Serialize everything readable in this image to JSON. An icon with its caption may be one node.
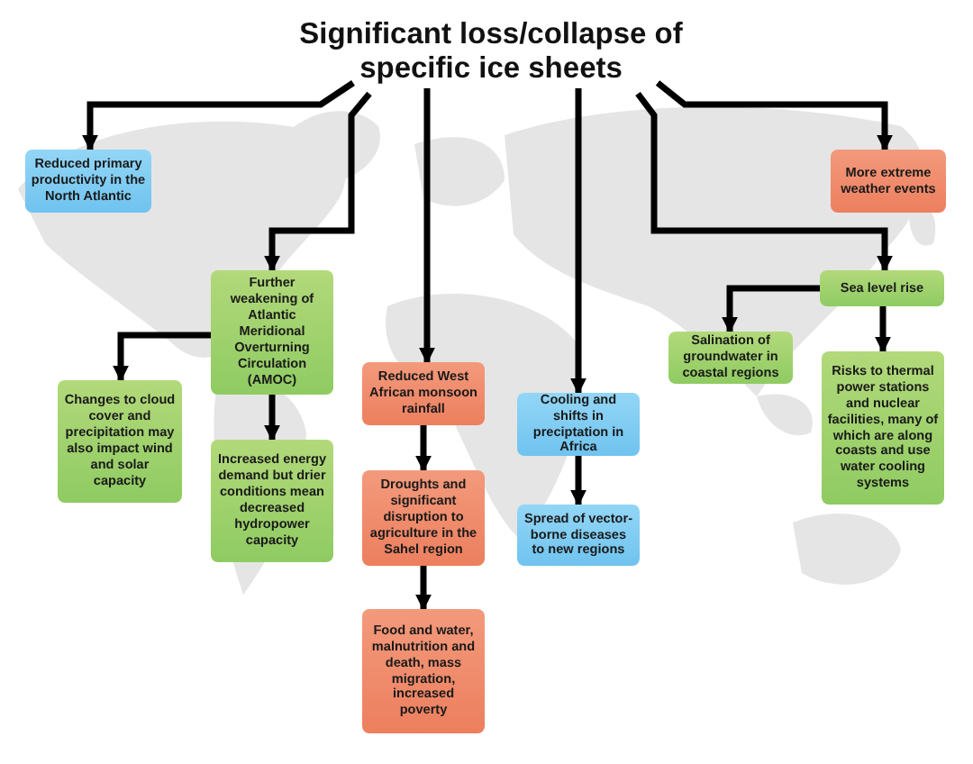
{
  "diagram": {
    "nodes": [
      {
        "text": [
          "Significant loss/collapse of specific ice sheets"
        ]
      },
      {
        "text": [
          "Reduced primary productivity in the North Atlantic"
        ]
      },
      {
        "text": [
          "More extreme weather events"
        ]
      },
      {
        "text": [
          "Further weakening of Atlantic Meridional Overturning Circulation (AMOC)"
        ]
      },
      {
        "text": [
          "Changes to cloud cover and precipitation may also impact wind and solar capacity"
        ]
      },
      {
        "text": [
          "Increased energy demand but drier conditions mean decreased hydropower capacity"
        ]
      },
      {
        "text": [
          "Reduced West African monsoon rainfall"
        ]
      },
      {
        "text": [
          "Droughts and significant disruption to agriculture in the Sahel region"
        ]
      },
      {
        "text": [
          "Food and water, malnutrition and death, mass migration, increased poverty"
        ]
      },
      {
        "text": [
          "Cooling and shifts in preciptation in Africa"
        ]
      },
      {
        "text": [
          "Spread of vector-borne diseases to new regions"
        ]
      },
      {
        "text": [
          "Sea level rise"
        ]
      },
      {
        "text": [
          "Salination of groundwater in coastal regions"
        ]
      },
      {
        "text": [
          "Risks to thermal power stations and nuclear facilities, many of which are along coasts and use water cooling systems"
        ]
      }
    ],
    "edges": [
      {
        "from": 0,
        "to": 1,
        "arrow": "to"
      },
      {
        "from": 0,
        "to": 3,
        "arrow": "to"
      },
      {
        "from": 0,
        "to": 6,
        "arrow": "to"
      },
      {
        "from": 0,
        "to": 9,
        "arrow": "to"
      },
      {
        "from": 0,
        "to": 2,
        "arrow": "to"
      },
      {
        "from": 0,
        "to": 11,
        "arrow": "to"
      },
      {
        "from": 3,
        "to": 4,
        "arrow": "to"
      },
      {
        "from": 3,
        "to": 5,
        "arrow": "to"
      },
      {
        "from": 6,
        "to": 7,
        "arrow": "to"
      },
      {
        "from": 7,
        "to": 8,
        "arrow": "to"
      },
      {
        "from": 9,
        "to": 10,
        "arrow": "to"
      },
      {
        "from": 11,
        "to": 12,
        "arrow": "to"
      },
      {
        "from": 11,
        "to": 13,
        "arrow": "to"
      }
    ]
  }
}
